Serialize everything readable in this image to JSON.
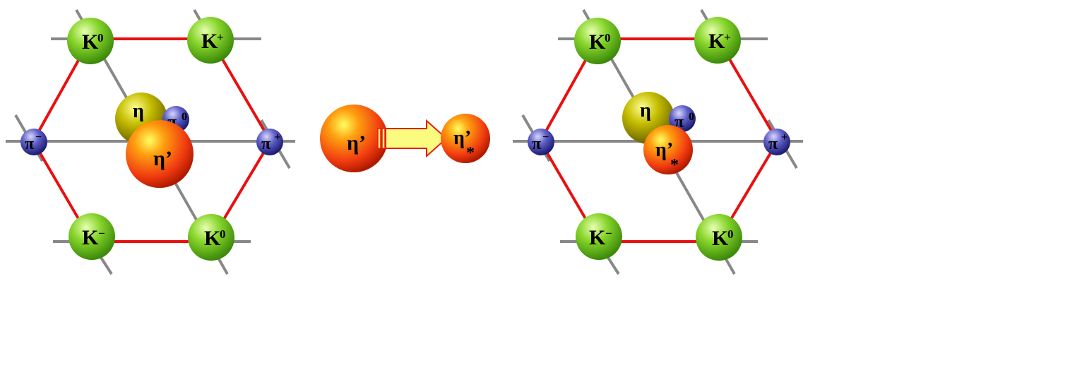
{
  "labels": {
    "k0": "K",
    "k0_sup": "0",
    "kplus": "K",
    "kplus_sup": "+",
    "kminus": "K",
    "kminus_sup": "−",
    "pi": "π",
    "pi_minus_sup": "−",
    "pi_plus_sup": "+",
    "pi_zero_sup": "0",
    "eta": "η",
    "eta_prime": "η’",
    "star": "*"
  },
  "colors": {
    "hexagon_edge": "#e81010",
    "axis_line": "#888888",
    "kaon": "#6cc61a",
    "pion": "#4a4ab8",
    "eta": "#b5b000",
    "eta_prime": "#f04010",
    "arrow_fill": "#fbfb80",
    "arrow_stroke": "#e82010"
  }
}
